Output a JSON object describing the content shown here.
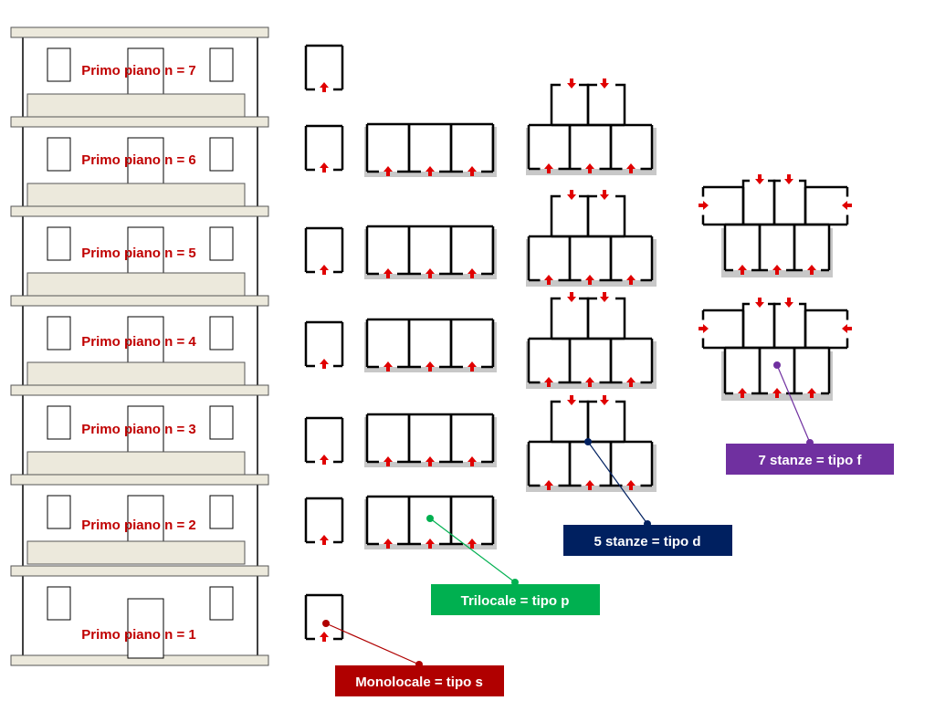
{
  "colors": {
    "label_red": "#c00000",
    "arrow_red": "#e00000",
    "slab_fill": "#ece9dc",
    "wall_stroke": "#000000",
    "shadow": "#c8c8c8",
    "callout_s": "#b00000",
    "callout_p": "#00b050",
    "callout_d": "#002060",
    "callout_f": "#7030a0"
  },
  "building": {
    "floors": [
      {
        "label": "Primo piano n = 7"
      },
      {
        "label": "Primo piano n = 6"
      },
      {
        "label": "Primo piano n = 5"
      },
      {
        "label": "Primo piano n = 4"
      },
      {
        "label": "Primo piano n = 3"
      },
      {
        "label": "Primo piano n = 2"
      },
      {
        "label": "Primo piano n = 1"
      }
    ]
  },
  "callouts": {
    "tipo_s": "Monolocale = tipo s",
    "tipo_p": "Trilocale = tipo p",
    "tipo_d": "5 stanze = tipo d",
    "tipo_f": "7 stanze = tipo f"
  }
}
